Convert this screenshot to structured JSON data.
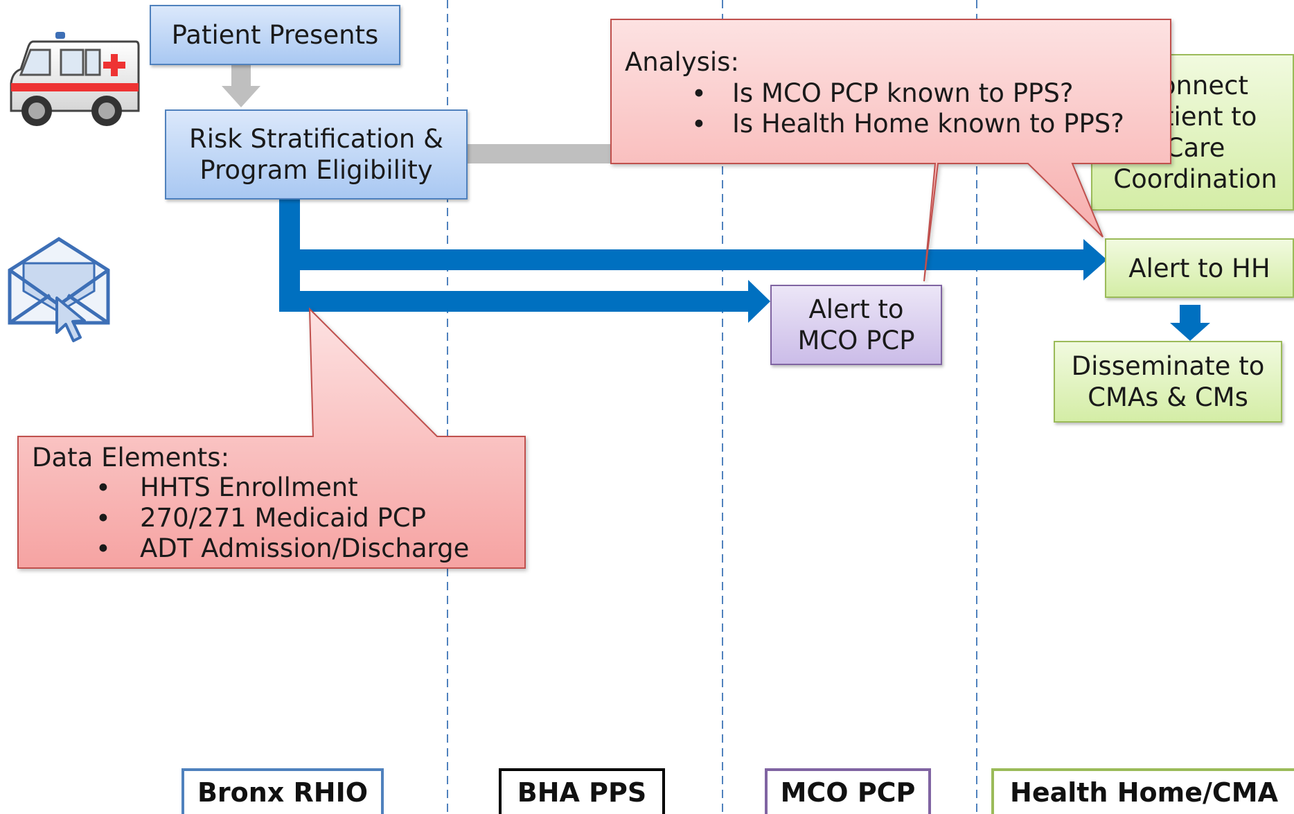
{
  "lanes": [
    {
      "label": "Bronx RHIO",
      "color": "#4f81bd"
    },
    {
      "label": "BHA PPS",
      "color": "#000000"
    },
    {
      "label": "MCO PCP",
      "color": "#8064a2"
    },
    {
      "label": "Health Home/CMA",
      "color": "#9bbb59"
    }
  ],
  "boxes": {
    "patient_presents": "Patient Presents",
    "risk_line1": "Risk Stratification &",
    "risk_line2": "Program Eligibility",
    "alert_mco_line1": "Alert to",
    "alert_mco_line2": "MCO PCP",
    "connect_line1": "Connect",
    "connect_line2": "Patient to",
    "connect_line3": "Care",
    "connect_line4": "Coordination",
    "alert_hh": "Alert to HH",
    "disseminate_line1": "Disseminate to",
    "disseminate_line2": "CMAs & CMs"
  },
  "analysis_callout": {
    "heading": "Analysis:",
    "items": [
      "Is MCO PCP known to PPS?",
      "Is Health Home known to PPS?"
    ]
  },
  "data_callout": {
    "heading": "Data Elements:",
    "items": [
      "HHTS Enrollment",
      "270/271 Medicaid PCP",
      "ADT Admission/Discharge"
    ]
  },
  "bullet_char": "•",
  "icons": [
    "ambulance-icon",
    "email-click-icon"
  ],
  "colors": {
    "arrow_blue": "#0070c0",
    "arrow_gray": "#bfbfbf",
    "callout_red": "#c0504d",
    "lane_divider": "#4f81bd"
  }
}
